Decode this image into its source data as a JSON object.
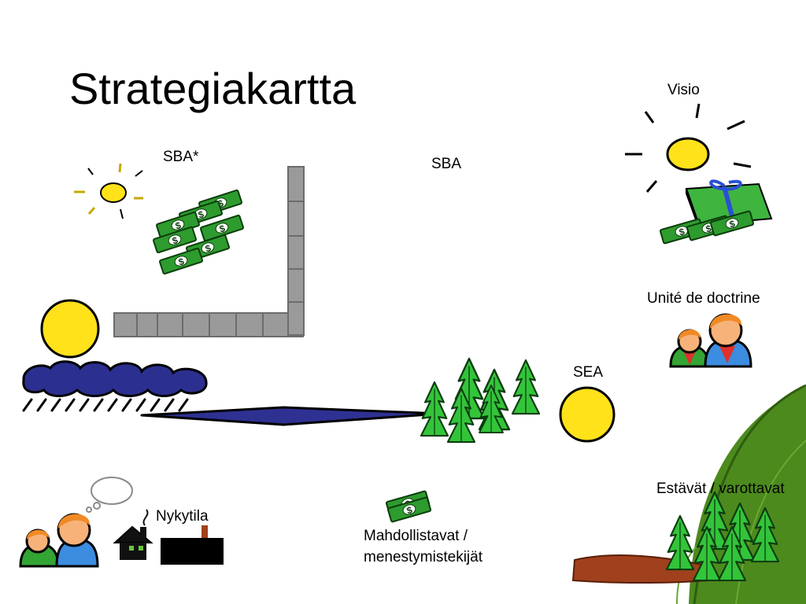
{
  "slide": {
    "title": "Strategiakartta"
  },
  "labels": {
    "visio": "Visio",
    "sba_star": "SBA*",
    "sba": "SBA",
    "unite": "Unité de doctrine",
    "sea": "SEA",
    "estavat": "Estävät / varottavat",
    "nykytila": "Nykytila",
    "mahdollistavat_line1": "Mahdollistavat /",
    "mahdollistavat_line2": "menestymistekijät"
  },
  "colors": {
    "sun_fill": "#FFE21A",
    "money_green": "#2E9B2E",
    "tree_green": "#33C43A",
    "cloud_navy": "#2B2F8F",
    "river_blue": "#2E3192",
    "wall_gray": "#9A9A9A",
    "gift_green": "#3FB43F",
    "ribbon_blue": "#2A4FD6",
    "leaf_green": "#4C8A1E",
    "pot_brown": "#A0401C"
  },
  "icons": [
    "sun-icon",
    "money-icon",
    "gift-icon",
    "people-icon",
    "tree-icon",
    "house-icon",
    "factory-icon",
    "thought-bubble-icon",
    "cloud-icon",
    "plant-icon"
  ]
}
